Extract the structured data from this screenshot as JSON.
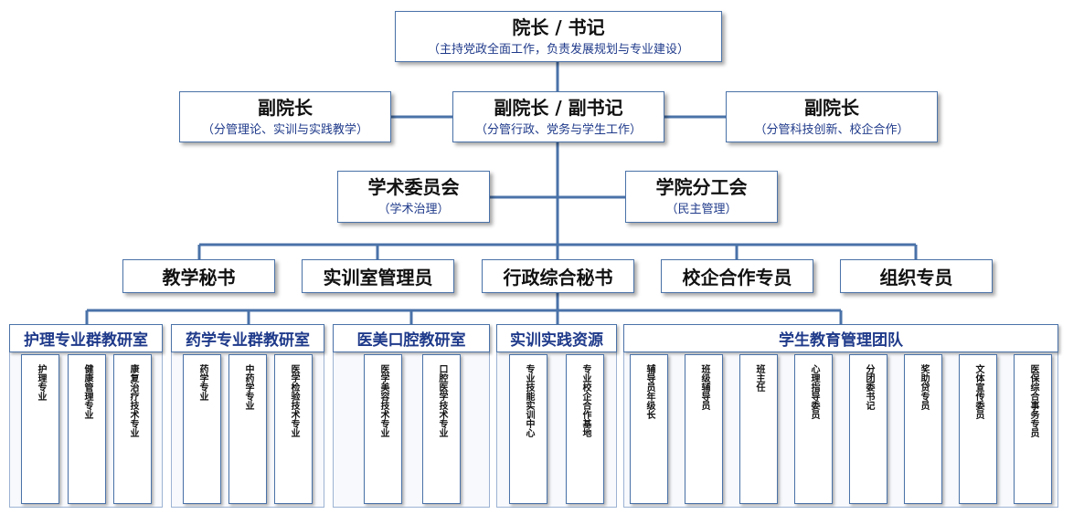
{
  "top": {
    "title": "院长 / 书记",
    "sub": "（主持党政全面工作，负责发展规划与专业建设）"
  },
  "deputies": [
    {
      "title": "副院长",
      "sub": "（分管理论、实训与实践教学）"
    },
    {
      "title": "副院长 / 副书记",
      "sub": "（分管行政、党务与学生工作）"
    },
    {
      "title": "副院长",
      "sub": "（分管科技创新、校企合作）"
    }
  ],
  "committees": [
    {
      "title": "学术委员会",
      "sub": "（学术治理）"
    },
    {
      "title": "学院分工会",
      "sub": "（民主管理）"
    }
  ],
  "staff": [
    "教学秘书",
    "实训室管理员",
    "行政综合秘书",
    "校企合作专员",
    "组织专员"
  ],
  "groups": [
    {
      "name": "护理专业群教研室",
      "items": [
        "护理专业",
        "健康管理专业",
        "康复治疗技术专业"
      ]
    },
    {
      "name": "药学专业群教研室",
      "items": [
        "药学专业",
        "中药学专业",
        "医学检验技术专业"
      ]
    },
    {
      "name": "医美口腔教研室",
      "items": [
        "医学美容技术专业",
        "口腔医学技术专业"
      ]
    },
    {
      "name": "实训实践资源",
      "items": [
        "专业技能实训中心",
        "专业校企合作基地"
      ]
    },
    {
      "name": "学生教育管理团队",
      "items": [
        "辅导员年级长",
        "班级辅导员",
        "班主任",
        "心理指导委员",
        "分团委书记",
        "奖助贷专员",
        "文体宣传委员",
        "医保综合事务专员"
      ]
    }
  ]
}
